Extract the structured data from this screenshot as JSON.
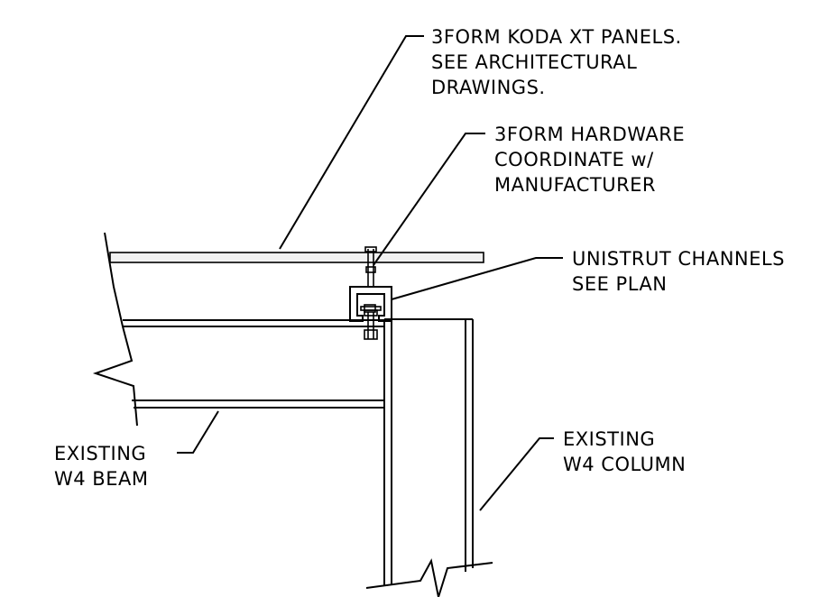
{
  "labels": {
    "panels": [
      "3FORM  KODA  XT  PANELS.",
      "SEE  ARCHITECTURAL",
      "DRAWINGS."
    ],
    "hardware": [
      "3FORM  HARDWARE",
      "COORDINATE  w/",
      "MANUFACTURER"
    ],
    "unistrut": [
      "UNISTRUT  CHANNELS",
      "SEE  PLAN"
    ],
    "beam": [
      "EXISTING",
      "W4  BEAM"
    ],
    "column": [
      "EXISTING",
      "W4  COLUMN"
    ]
  }
}
